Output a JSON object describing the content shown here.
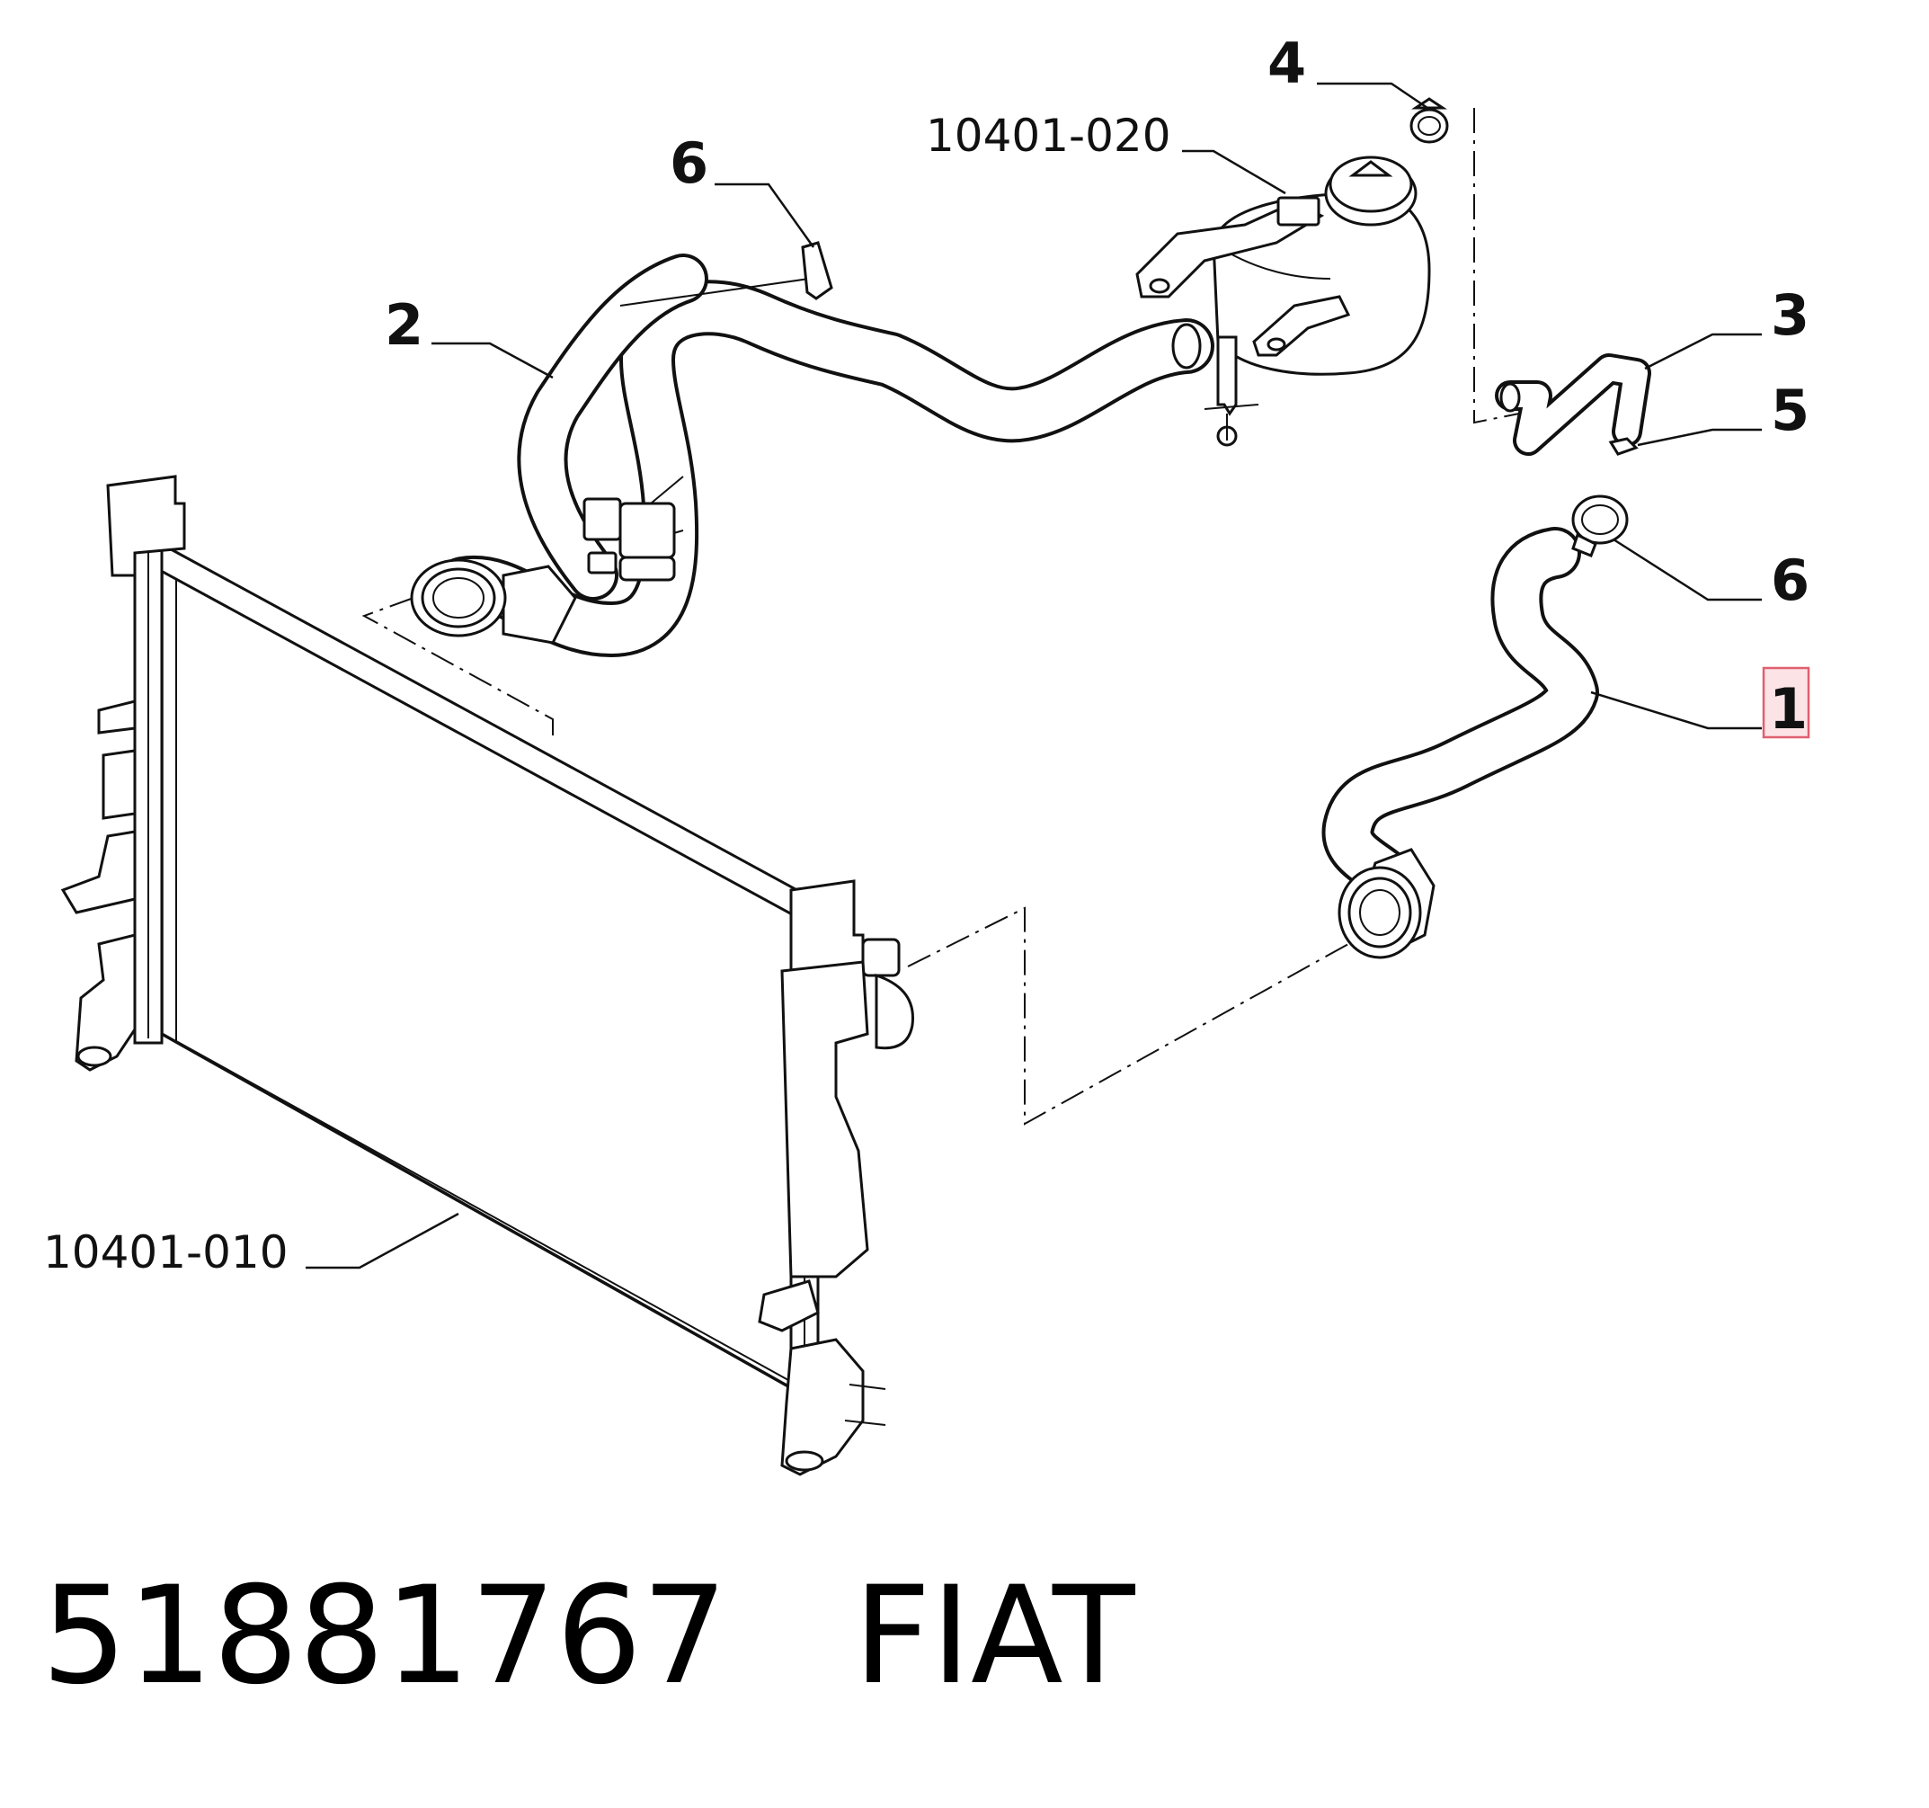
{
  "callouts": {
    "c1": "1",
    "c2": "2",
    "c3": "3",
    "c4": "4",
    "c5": "5",
    "c6a": "6",
    "c6b": "6"
  },
  "references": {
    "reservoir": "10401-020",
    "radiator": "10401-010"
  },
  "footer": {
    "part_number": "51881767",
    "brand": "FIAT"
  },
  "colors": {
    "line": "#111111",
    "highlight_border": "#e06070",
    "highlight_fill": "#fbe3e6"
  }
}
